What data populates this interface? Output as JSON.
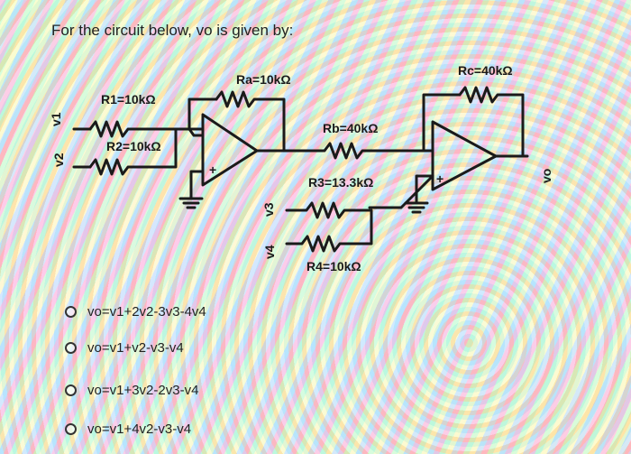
{
  "question": {
    "text": "For the circuit below, vo is given by:"
  },
  "circuit": {
    "labels": {
      "ra": "Ra=10kΩ",
      "rc": "Rc=40kΩ",
      "r1": "R1=10kΩ",
      "r2": "R2=10kΩ",
      "rb": "Rb=40kΩ",
      "r3": "R3=13.3kΩ",
      "r4": "R4=10kΩ",
      "v1": "v1",
      "v2": "v2",
      "v3": "v3",
      "v4": "v4",
      "vo": "vo",
      "plus1": "+",
      "plus2": "+"
    }
  },
  "options": [
    {
      "label": "vo=v1+2v2-3v3-4v4"
    },
    {
      "label": "vo=v1+v2-v3-v4"
    },
    {
      "label": "vo=v1+3v2-2v3-v4"
    },
    {
      "label": "vo=v1+4v2-v3-v4"
    }
  ]
}
